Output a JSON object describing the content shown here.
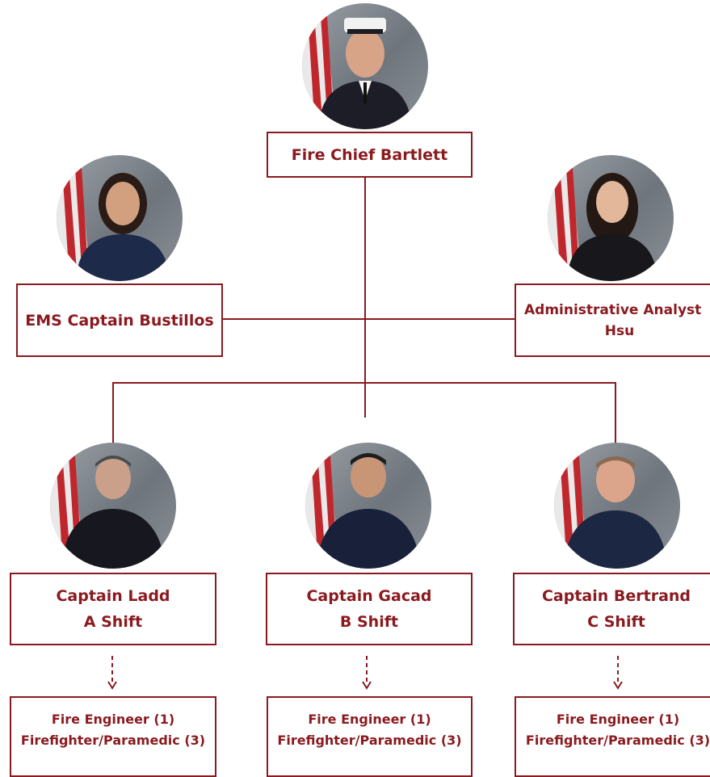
{
  "colors": {
    "accent": "#8a1a1f",
    "border": "#8a1a1f",
    "background": "#ffffff"
  },
  "chief": {
    "name": "Fire Chief Bartlett"
  },
  "ems": {
    "name": "EMS Captain Bustillos"
  },
  "analyst": {
    "line1": "Administrative Analyst",
    "line2": "Hsu"
  },
  "captains": [
    {
      "name": "Captain Ladd",
      "shift": "A Shift"
    },
    {
      "name": "Captain Gacad",
      "shift": "B Shift"
    },
    {
      "name": "Captain Bertrand",
      "shift": "C Shift"
    }
  ],
  "crews": [
    {
      "line1": "Fire Engineer (1)",
      "line2": "Firefighter/Paramedic (3)"
    },
    {
      "line1": "Fire Engineer (1)",
      "line2": "Firefighter/Paramedic (3)"
    },
    {
      "line1": "Fire Engineer (1)",
      "line2": "Firefighter/Paramedic (3)"
    }
  ]
}
